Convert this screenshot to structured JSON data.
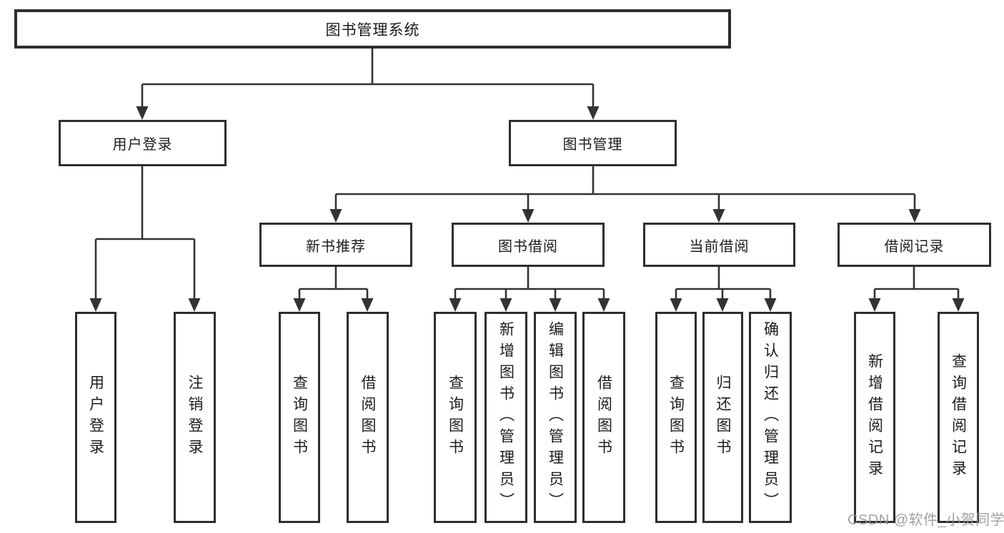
{
  "tree": {
    "label": "图书管理系统",
    "children": [
      {
        "label": "用户登录",
        "children": [
          {
            "label": "用户登录"
          },
          {
            "label": "注销登录"
          }
        ]
      },
      {
        "label": "图书管理",
        "children": [
          {
            "label": "新书推荐",
            "children": [
              {
                "label": "查询图书"
              },
              {
                "label": "借阅图书"
              }
            ]
          },
          {
            "label": "图书借阅",
            "children": [
              {
                "label": "查询图书"
              },
              {
                "label": "新增图书（管理员）"
              },
              {
                "label": "编辑图书（管理员）"
              },
              {
                "label": "借阅图书"
              }
            ]
          },
          {
            "label": "当前借阅",
            "children": [
              {
                "label": "查询图书"
              },
              {
                "label": "归还图书"
              },
              {
                "label": "确认归还（管理员）"
              }
            ]
          },
          {
            "label": "借阅记录",
            "children": [
              {
                "label": "新增借阅记录"
              },
              {
                "label": "查询借阅记录"
              }
            ]
          }
        ]
      }
    ]
  },
  "colors": {
    "line": "#333333",
    "border": "#2e2e2e",
    "background": "#ffffff",
    "watermark": "#949494"
  },
  "watermark": "CSDN @软件_小贺同学"
}
